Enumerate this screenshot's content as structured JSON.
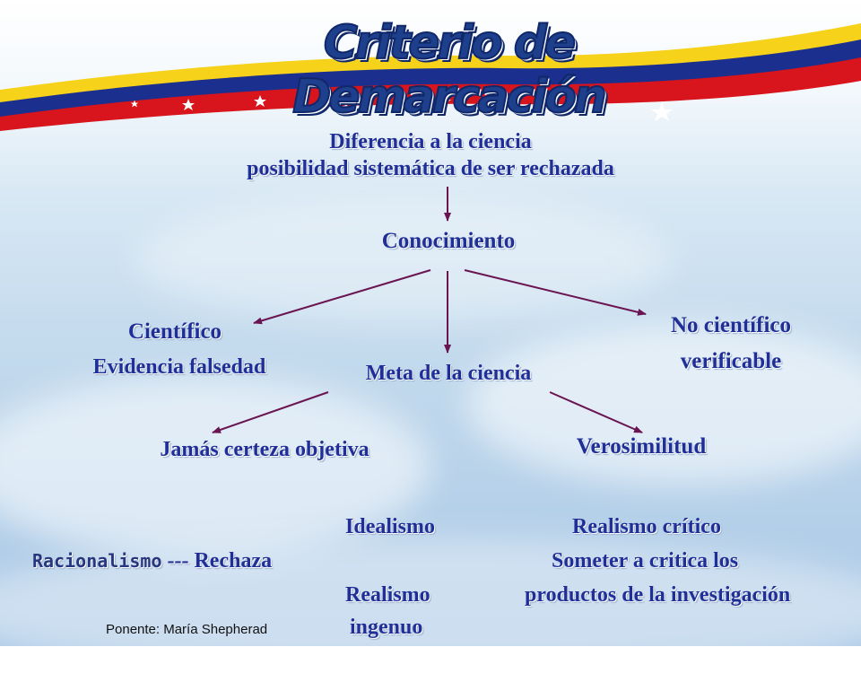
{
  "slide": {
    "title": "Criterio de Demarcación",
    "top_line1": "Diferencia a la ciencia",
    "top_line2": "posibilidad sistemática de ser rechazada",
    "conocimiento": "Conocimiento",
    "cientifico": "Científico",
    "evidencia": "Evidencia falsedad",
    "meta": "Meta de la ciencia",
    "no_cientifico": "No científico",
    "verificable": "verificable",
    "jamas": "Jamás certeza objetiva",
    "verosimilitud": "Verosimilitud",
    "idealismo": "Idealismo",
    "racionalismo": "Racionalismo",
    "rechaza": " --- Rechaza",
    "realismo": "Realismo",
    "ingenuo": "ingenuo",
    "realismo_critico": "Realismo crítico",
    "someter": "Someter a critica los",
    "productos": "productos de la investigación",
    "ponente": "Ponente: María Shepherad"
  },
  "colors": {
    "text": "#1f2f97",
    "arrow": "#6a1452",
    "flag_yellow": "#f6d21a",
    "flag_blue": "#1b2f8e",
    "flag_red": "#d8141c"
  }
}
